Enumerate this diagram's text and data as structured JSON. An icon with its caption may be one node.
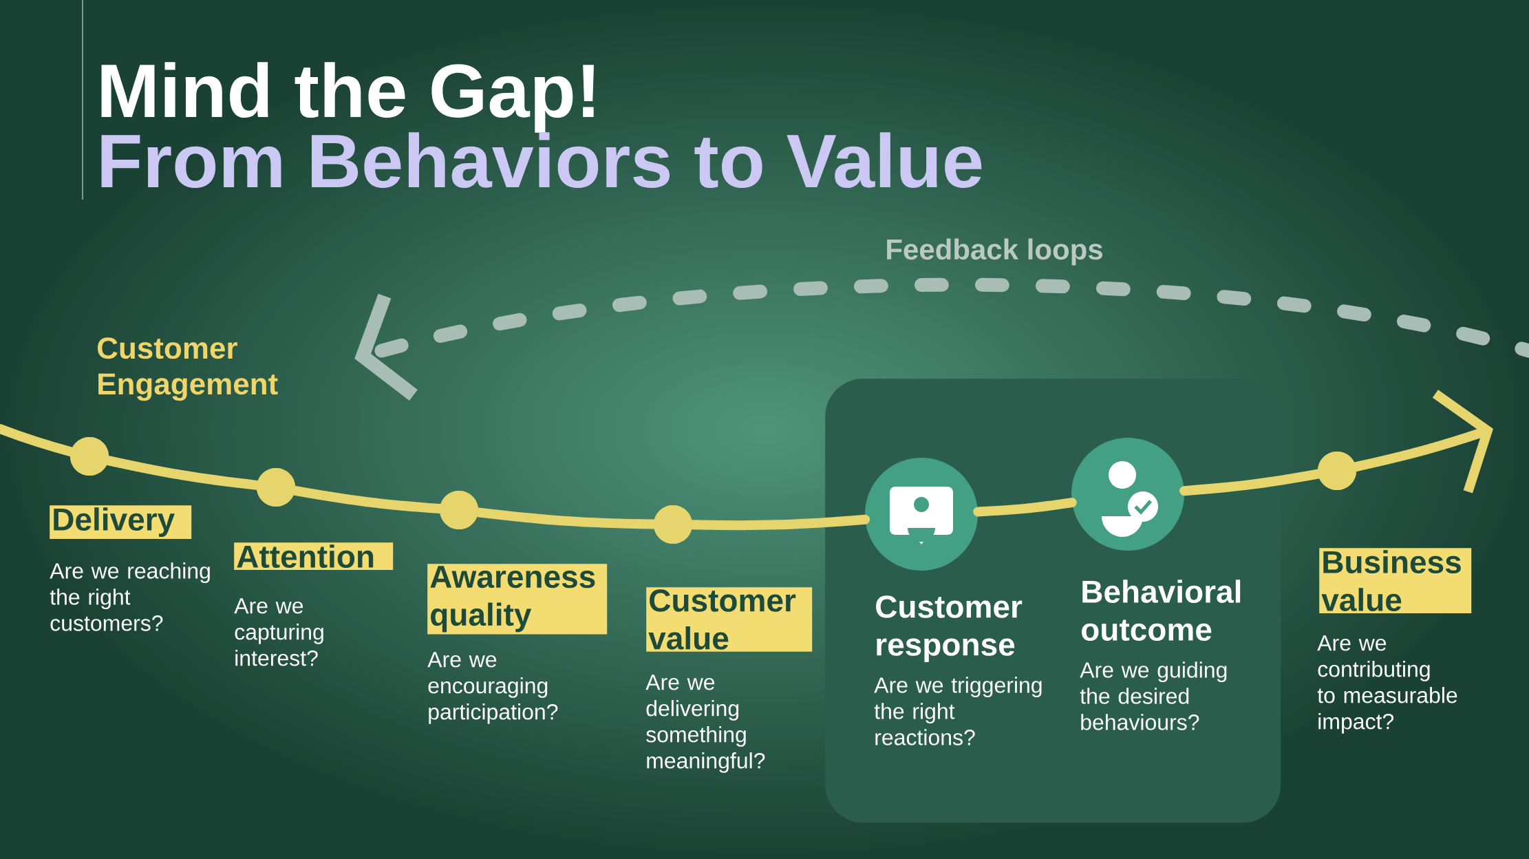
{
  "diagram": {
    "title": "Mind the Gap!",
    "nodes": [
      {
        "text": [
          "Customer Engagement"
        ]
      },
      {
        "text": [],
        "shape": "circle",
        "beside": [
          "Delivery",
          "Are we reaching the right customers?"
        ]
      },
      {
        "text": [],
        "shape": "circle",
        "beside": [
          "Attention",
          "Are we capturing interest?"
        ]
      },
      {
        "text": [],
        "shape": "circle",
        "beside": [
          "Awareness quality",
          "Are we encouraging participation?"
        ]
      },
      {
        "text": [],
        "shape": "circle",
        "beside": [
          "Customer value",
          "Are we delivering something meaningful?"
        ]
      },
      {
        "text": [],
        "shape": "box"
      },
      {
        "text": [],
        "shape": "circle",
        "in": 5,
        "beside": [
          "Customer response",
          "Are we triggering the right reactions?"
        ]
      },
      {
        "text": [],
        "shape": "circle",
        "in": 5,
        "beside": [
          "Behavioral outcome",
          "Are we guiding the desired behaviours?"
        ]
      },
      {
        "text": [],
        "shape": "circle",
        "beside": [
          "Business value",
          "Are we contributing to measurable impact?"
        ]
      }
    ],
    "edges": [
      {
        "from": null,
        "to": 1,
        "arrow": "none"
      },
      {
        "from": 1,
        "to": 2,
        "arrow": "none"
      },
      {
        "from": 2,
        "to": 3,
        "arrow": "none"
      },
      {
        "from": 3,
        "to": 4,
        "arrow": "none"
      },
      {
        "from": 4,
        "to": 6,
        "arrow": "none"
      },
      {
        "from": 6,
        "to": 7,
        "arrow": "none"
      },
      {
        "from": 7,
        "to": 8,
        "arrow": "none"
      },
      {
        "from": 8,
        "to": null,
        "arrow": "to"
      },
      {
        "from": null,
        "to": 0,
        "arrow": "to",
        "style": "dashed",
        "color": "#a7bdb6",
        "label": "Feedback loops"
      }
    ],
    "labels": [
      "From Behaviors to Value"
    ]
  }
}
